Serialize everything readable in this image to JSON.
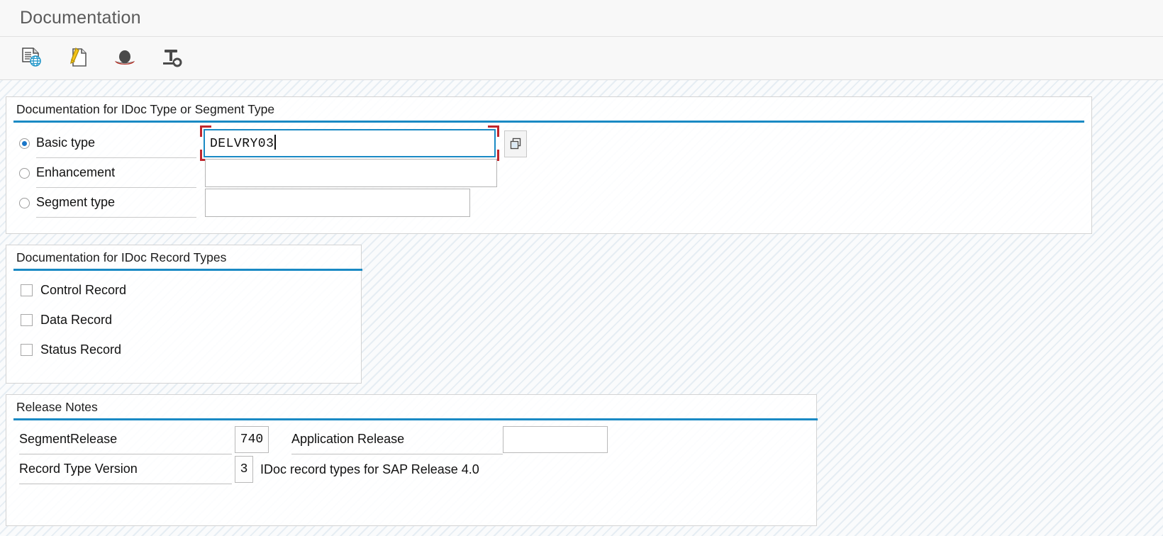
{
  "window": {
    "title": "Documentation"
  },
  "toolbar": {
    "buttons": [
      {
        "name": "display-documentation-icon",
        "tooltip": "Documentation"
      },
      {
        "name": "edit-document-icon",
        "tooltip": "Change"
      },
      {
        "name": "hat-icon",
        "tooltip": "Display"
      },
      {
        "name": "tools-icon",
        "tooltip": "Tools"
      }
    ]
  },
  "groups": {
    "idoc_type": {
      "title": "Documentation for IDoc Type or Segment Type",
      "rows": [
        {
          "label": "Basic type",
          "selected": true,
          "value": "DELVRY03",
          "has_value_help": true
        },
        {
          "label": "Enhancement",
          "selected": false,
          "value": "",
          "has_value_help": false
        },
        {
          "label": "Segment type",
          "selected": false,
          "value": "",
          "has_value_help": false
        }
      ]
    },
    "record_types": {
      "title": "Documentation for IDoc Record Types",
      "checkboxes": [
        {
          "label": "Control Record",
          "checked": false
        },
        {
          "label": "Data Record",
          "checked": false
        },
        {
          "label": "Status Record",
          "checked": false
        }
      ]
    },
    "release_notes": {
      "title": "Release Notes",
      "segment_release_label": "SegmentRelease",
      "segment_release_value": "740",
      "application_release_label": "Application Release",
      "application_release_value": "",
      "record_type_version_label": "Record Type Version",
      "record_type_version_value": "3",
      "record_type_version_text": "IDoc record types for SAP Release 4.0"
    }
  },
  "colors": {
    "accent": "#1a8ac4",
    "focus": "#c0272d",
    "radio_dot": "#1a76c8",
    "title_text": "#5a5a5a"
  }
}
